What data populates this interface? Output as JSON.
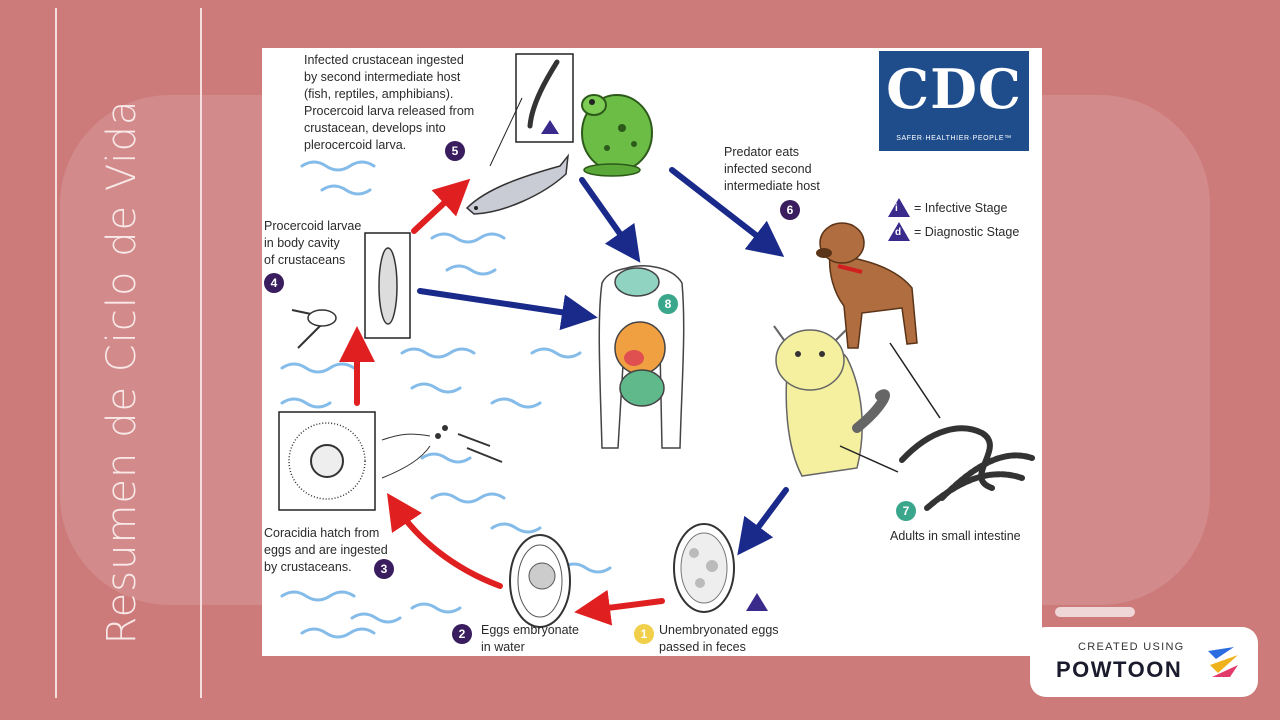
{
  "slide": {
    "side_title": "Resumen de Ciclo de Vida"
  },
  "diagram": {
    "logo": {
      "text": "CDC",
      "tagline": "SAFER·HEALTHIER·PEOPLE™"
    },
    "legend": {
      "infective_symbol": "i",
      "infective": "= Infective Stage",
      "diagnostic_symbol": "d",
      "diagnostic": "= Diagnostic Stage"
    },
    "stages": [
      {
        "number": "1",
        "text": "Unembryonated eggs\npassed in feces"
      },
      {
        "number": "2",
        "text": "Eggs embryonate\nin water"
      },
      {
        "number": "3",
        "text": "Coracidia hatch from\neggs and are ingested\nby crustaceans."
      },
      {
        "number": "4",
        "text": "Procercoid larvae\nin body cavity\nof crustaceans"
      },
      {
        "number": "5",
        "text": "Infected crustacean ingested\nby second intermediate host\n(fish, reptiles, amphibians).\nProcercoid larva released from\ncrustacean, develops into\nplerocercoid larva."
      },
      {
        "number": "6",
        "text": "Predator eats\ninfected second\nintermediate host"
      },
      {
        "number": "7",
        "text": "Adults in small intestine"
      },
      {
        "number": "8",
        "text": ""
      }
    ],
    "colors": {
      "red_arrow": "#e02020",
      "blue_arrow": "#1a2a8a",
      "water": "#6fb0e6",
      "badge": "#3a1d5e",
      "cdc_blue": "#1f4d8c"
    }
  },
  "branding": {
    "created_using": "CREATED USING",
    "brand": "POWTOON"
  }
}
